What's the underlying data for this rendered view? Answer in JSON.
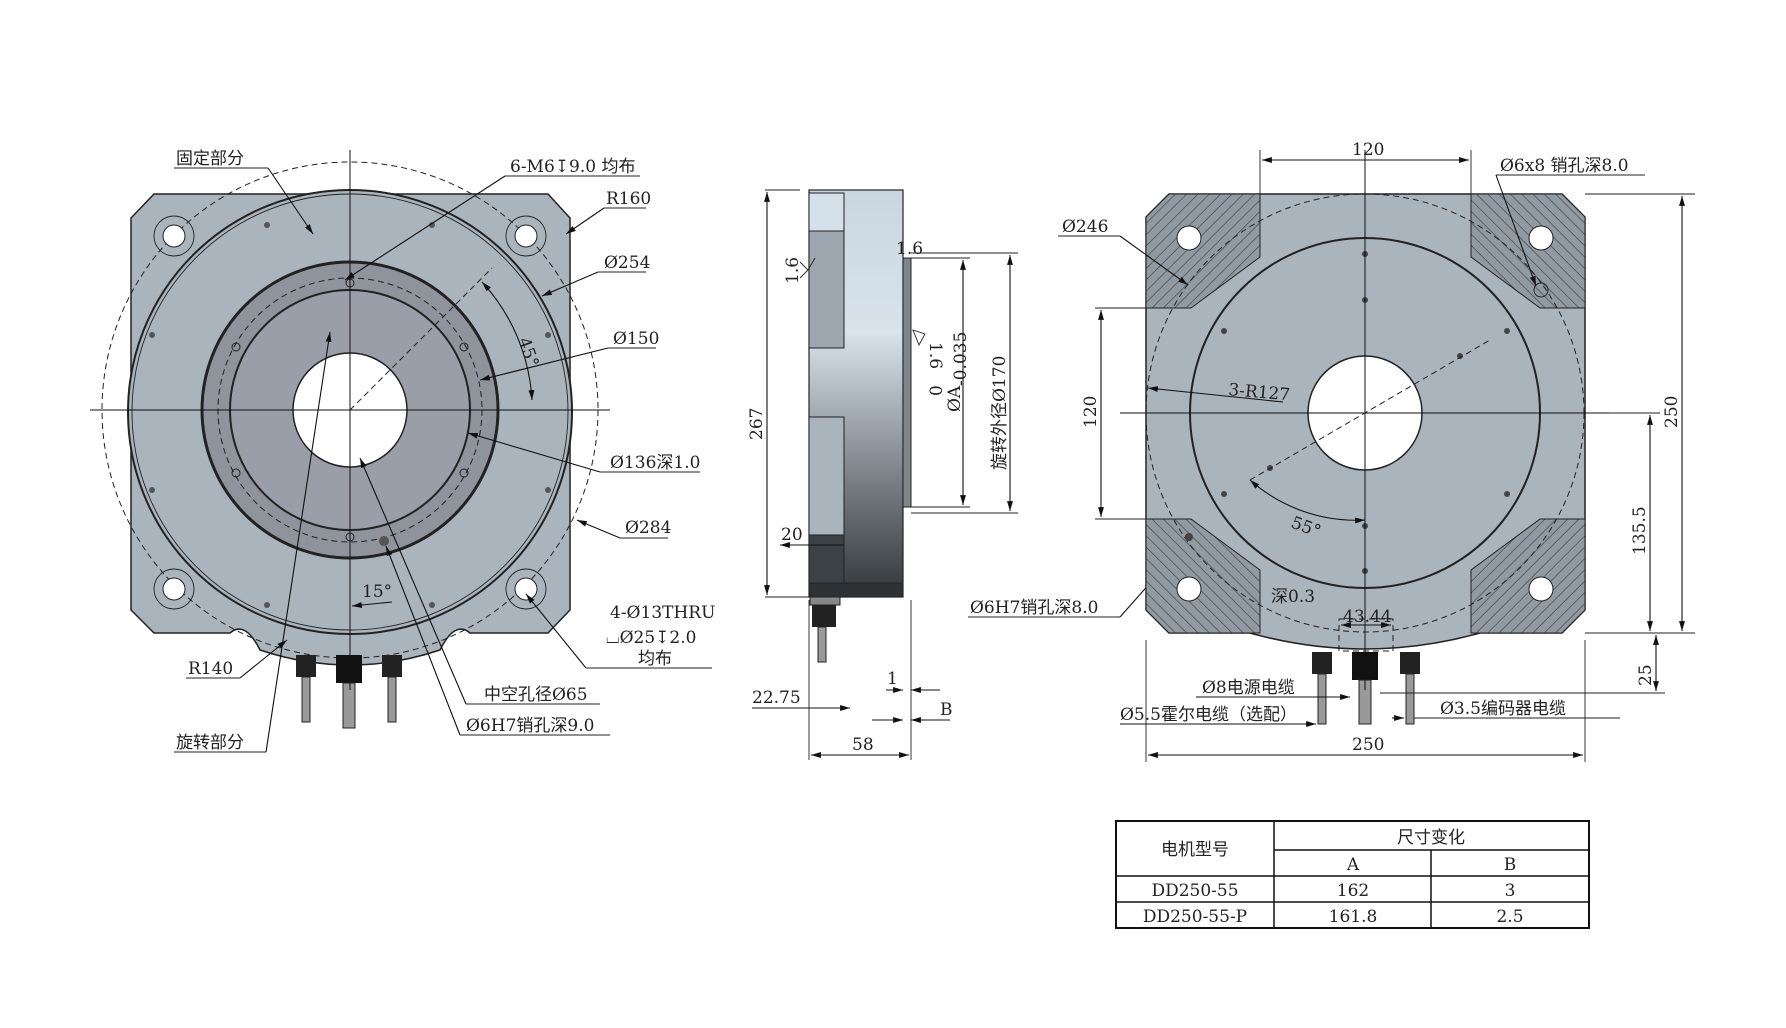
{
  "front_view": {
    "labels": {
      "fixed_part": "固定部分",
      "rotating_part": "旋转部分",
      "tapped_holes": "6-M6↧9.0 均布",
      "r160": "R160",
      "d254": "Ø254",
      "d150": "Ø150",
      "d136": "Ø136深1.0",
      "d284": "Ø284",
      "thru_holes": "4-Ø13THRU",
      "counterbore": "⌴Ø25↧2.0",
      "evenly": "均布",
      "r140": "R140",
      "hollow": "中空孔径Ø65",
      "pin_hole": "Ø6H7销孔深9.0",
      "angle_15": "15°",
      "angle_45": "45°"
    }
  },
  "side_view": {
    "labels": {
      "height": "267",
      "w20": "20",
      "w2275": "22.75",
      "w58": "58",
      "gap1": "1",
      "gapB": "B",
      "dA": "ØA",
      "tol_upper": "0",
      "tol_lower": "-0.035",
      "d170": "旋转外径Ø170",
      "rough1": "1.6",
      "rough2": "1.6",
      "rough3": "1.6",
      "pin_hole": "Ø6H7销孔深8.0"
    }
  },
  "rear_view": {
    "labels": {
      "top120": "120",
      "pin_holes": "Ø6x8 销孔深8.0",
      "d246": "Ø246",
      "left120": "120",
      "r127": "3-R127",
      "angle55": "55°",
      "depth": "深0.3",
      "w4344": "43.44",
      "h250": "250",
      "h1355": "135.5",
      "h25": "25",
      "power_cable": "Ø8电源电缆",
      "hall_cable": "Ø5.5霍尔电缆（选配）",
      "encoder_cable": "Ø3.5编码器电缆",
      "w250": "250"
    }
  },
  "table": {
    "model_header": "电机型号",
    "group_header": "尺寸变化",
    "col_a": "A",
    "col_b": "B",
    "rows": [
      {
        "model": "DD250-55",
        "a": "162",
        "b": "3"
      },
      {
        "model": "DD250-55-P",
        "a": "161.8",
        "b": "2.5"
      }
    ]
  },
  "colors": {
    "body": "#a9b4bd",
    "disk": "#9a9ea8",
    "hatch": "#8f9aa3"
  }
}
